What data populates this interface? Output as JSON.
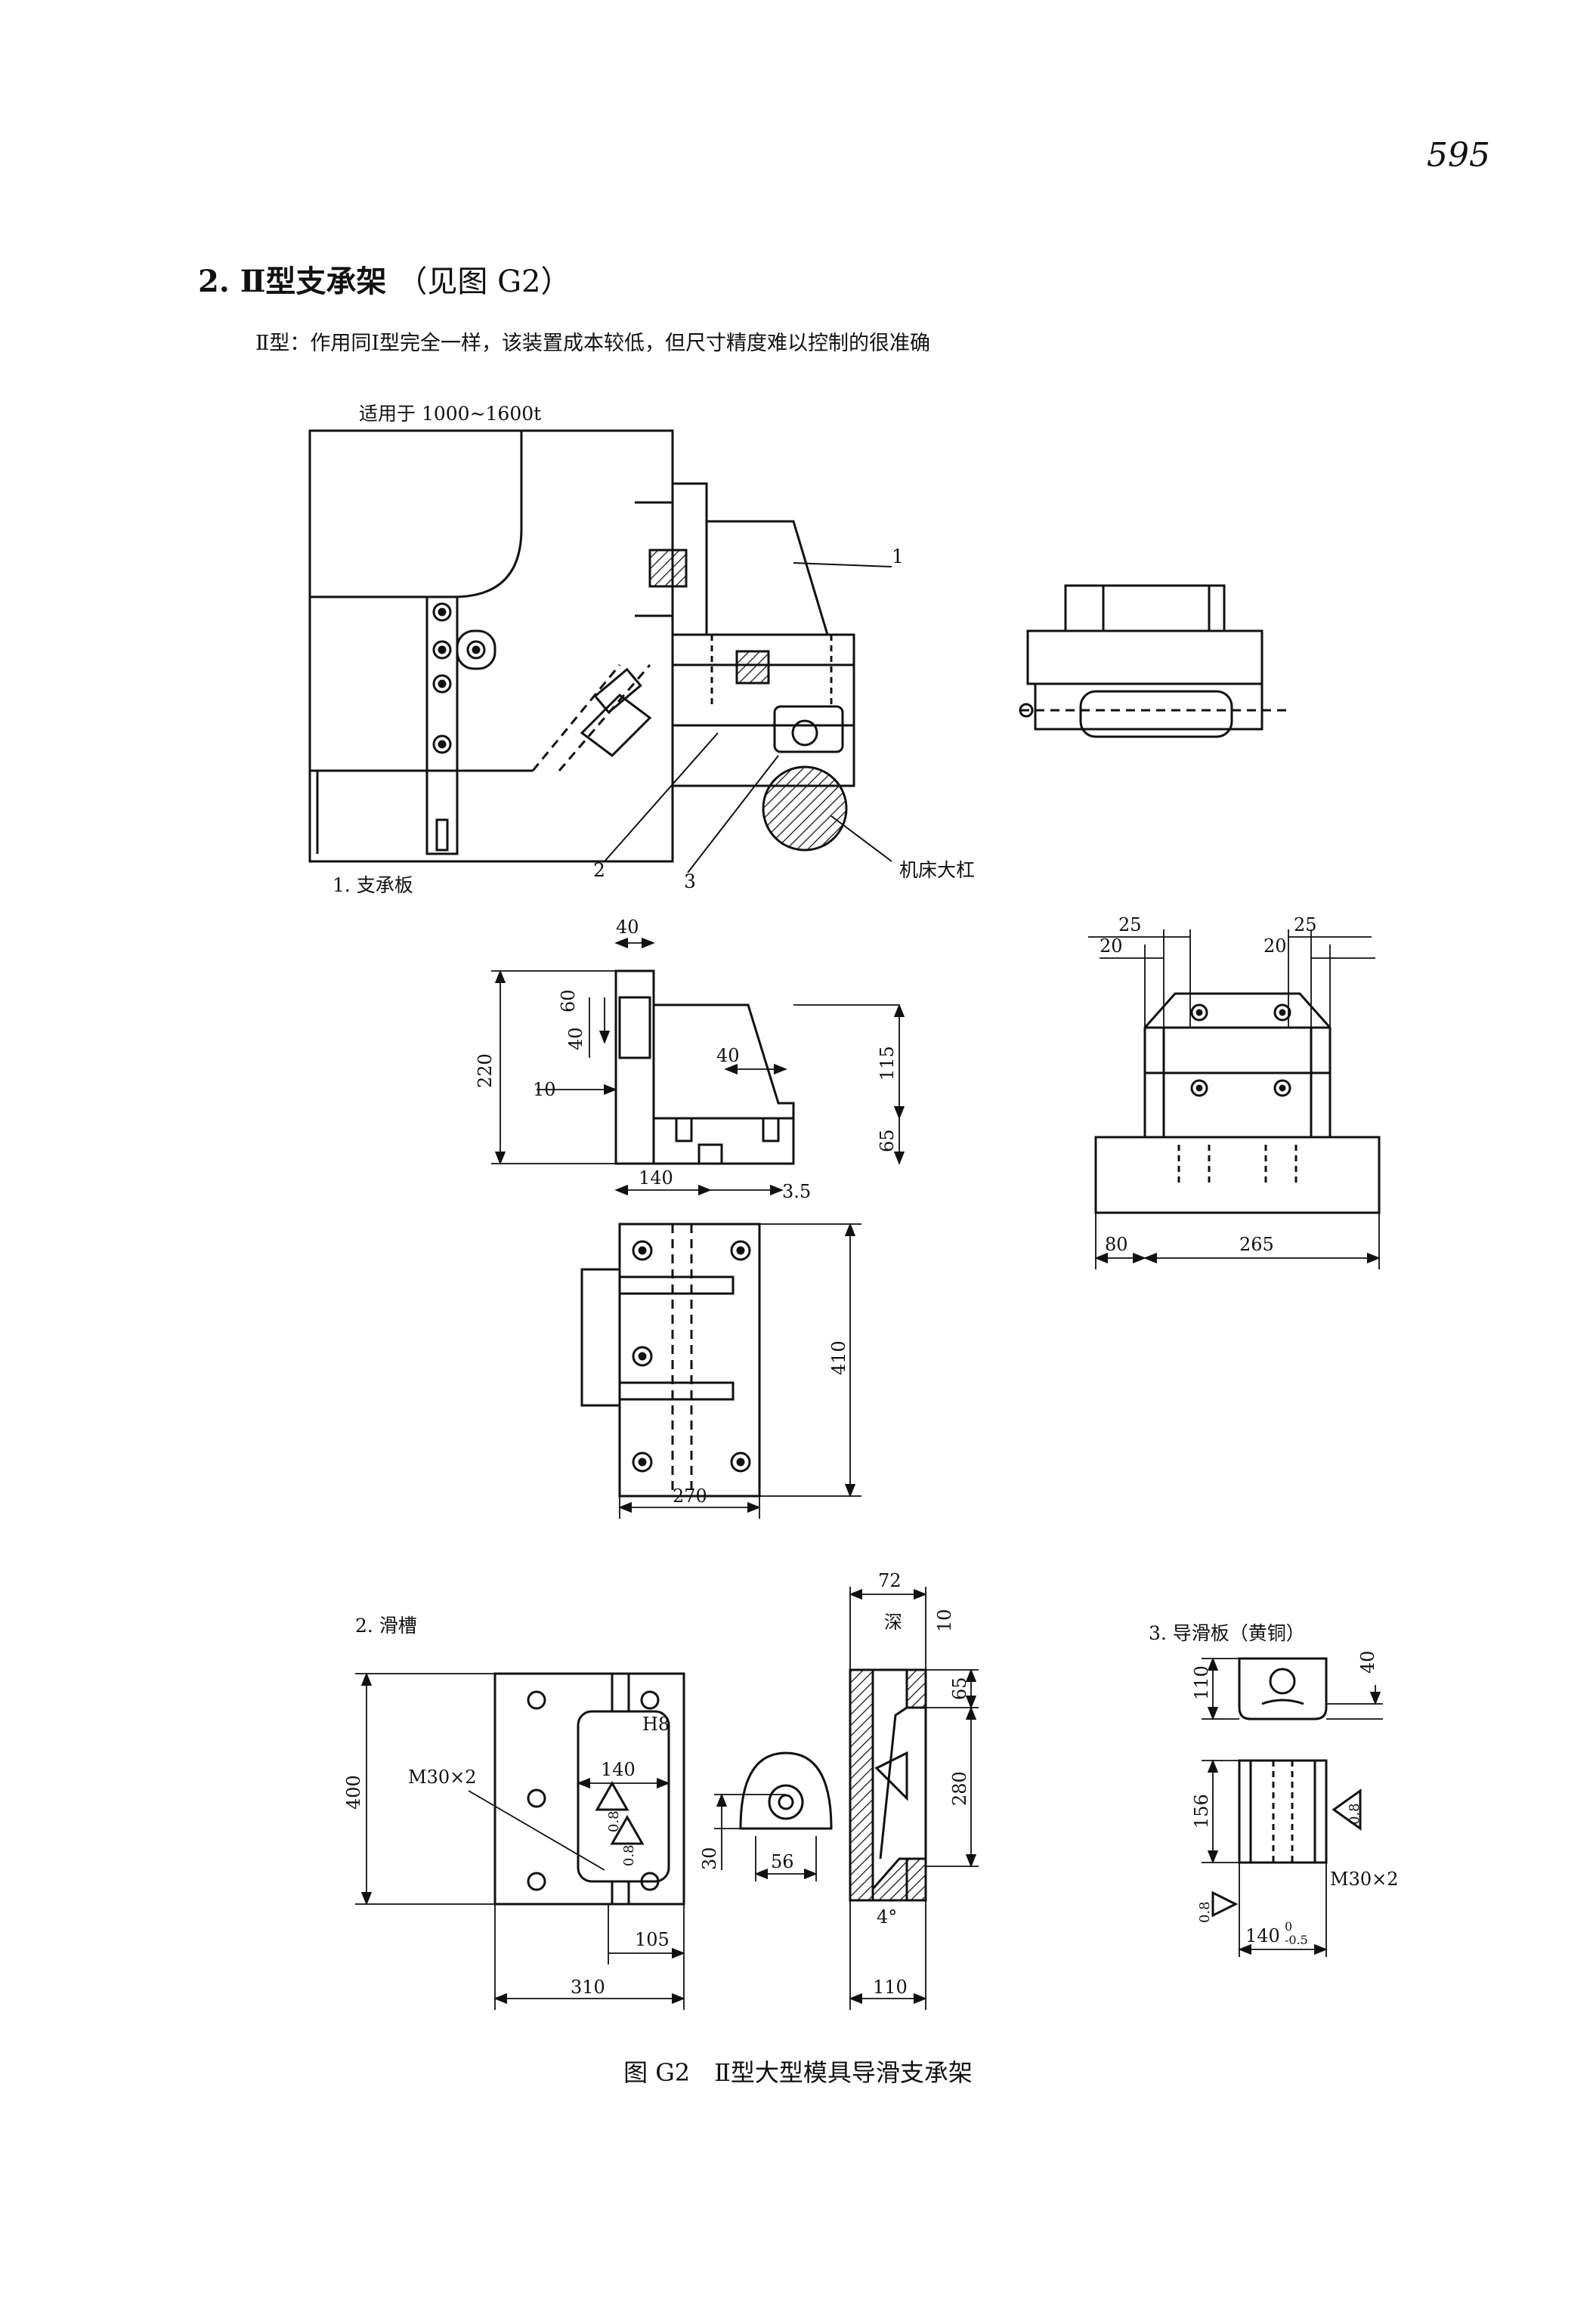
{
  "page_number": "595",
  "section": {
    "number": "2.",
    "title": "Ⅱ型支承架",
    "ref": "（见图 G2）"
  },
  "intro": "Ⅱ型：作用同Ⅰ型完全一样，该装置成本较低，但尺寸精度难以控制的很准确",
  "assembly": {
    "applicable": "适用于 1000~1600t",
    "callouts": [
      "1",
      "2",
      "3"
    ],
    "bar_label": "机床大杠"
  },
  "parts": {
    "p1": "1. 支承板",
    "p2": "2. 滑槽",
    "p3": "3. 导滑板（黄铜）"
  },
  "dims_plate_side": [
    "40",
    "60",
    "40",
    "220",
    "10",
    "40",
    "115",
    "65",
    "140",
    "3.5"
  ],
  "dims_plate_top": [
    "410",
    "270"
  ],
  "dims_front": [
    "25",
    "25",
    "20",
    "20",
    "80",
    "265"
  ],
  "dims_slot": [
    "400",
    "H8",
    "140",
    "M30×2",
    "0.8",
    "0.8",
    "105",
    "310",
    "30",
    "56"
  ],
  "dims_slot_section": [
    "72",
    "深",
    "10",
    "65",
    "280",
    "4°",
    "110"
  ],
  "dims_guide": [
    "110",
    "40",
    "156",
    "0.8",
    "M30×2",
    "0.8",
    "140",
    "0",
    "-0.5"
  ],
  "caption": "图 G2　Ⅱ型大型模具导滑支承架"
}
